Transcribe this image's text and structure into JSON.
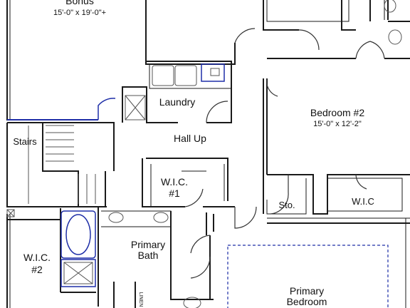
{
  "rooms": {
    "bonus": {
      "name": "Bonus",
      "dims": "15'-0\" x 19'-0\"+"
    },
    "laundry": {
      "name": "Laundry"
    },
    "hall_up": {
      "name": "Hall Up"
    },
    "stairs": {
      "name": "Stairs"
    },
    "bedroom2": {
      "name": "Bedroom #2",
      "dims": "15'-0\" x 12'-2\""
    },
    "wic1": {
      "line1": "W.I.C.",
      "line2": "#1"
    },
    "wic2": {
      "line1": "W.I.C.",
      "line2": "#2"
    },
    "wic_bed2": {
      "name": "W.I.C"
    },
    "sto": {
      "name": "Sto."
    },
    "primary_bath": {
      "line1": "Primary",
      "line2": "Bath"
    },
    "primary_bedroom": {
      "line1": "Primary",
      "line2": "Bedroom"
    },
    "linen": {
      "name": "LINEN"
    }
  },
  "colors": {
    "wall": "#1a1a1a",
    "accent": "#1f2fa8",
    "fixture": "#555555"
  }
}
